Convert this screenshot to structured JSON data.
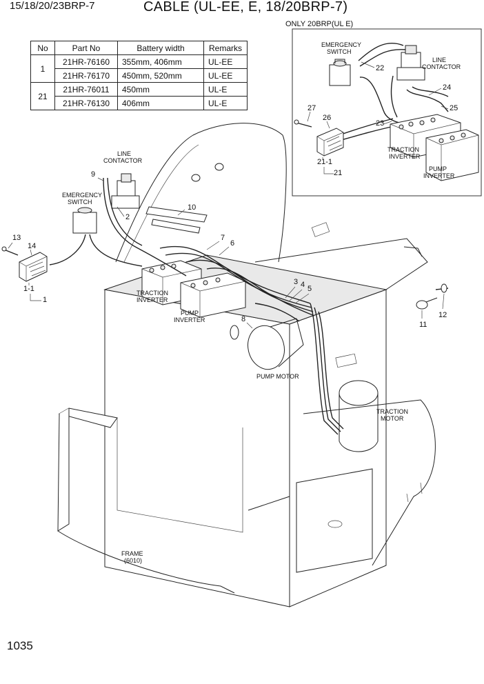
{
  "header": {
    "model": "15/18/20/23BRP-7",
    "title": "CABLE (UL-EE, E, 18/20BRP-7)"
  },
  "page_number": "1035",
  "parts_table": {
    "headers": [
      "No",
      "Part No",
      "Battery width",
      "Remarks"
    ],
    "groups": [
      {
        "no": "1",
        "rows": [
          {
            "part_no": "21HR-76160",
            "battery_width": "355mm, 406mm",
            "remarks": "UL-EE"
          },
          {
            "part_no": "21HR-76170",
            "battery_width": "450mm, 520mm",
            "remarks": "UL-EE"
          }
        ]
      },
      {
        "no": "21",
        "rows": [
          {
            "part_no": "21HR-76011",
            "battery_width": "450mm",
            "remarks": "UL-E"
          },
          {
            "part_no": "21HR-76130",
            "battery_width": "406mm",
            "remarks": "UL-E"
          }
        ]
      }
    ]
  },
  "inset": {
    "title": "ONLY 20BRP(UL E)",
    "labels": {
      "emergency_switch_1": "EMERGENCY",
      "emergency_switch_2": "SWITCH",
      "line_contactor_1": "LINE",
      "line_contactor_2": "CONTACTOR",
      "traction_inverter_1": "TRACTION",
      "traction_inverter_2": "INVERTER",
      "pump_inverter_1": "PUMP",
      "pump_inverter_2": "INVERTER"
    },
    "callouts": [
      "22",
      "24",
      "25",
      "23",
      "27",
      "26",
      "21-1",
      "21"
    ]
  },
  "main": {
    "labels": {
      "line_contactor_1": "LINE",
      "line_contactor_2": "CONTACTOR",
      "emergency_switch_1": "EMERGENCY",
      "emergency_switch_2": "SWITCH",
      "traction_inverter_1": "TRACTION",
      "traction_inverter_2": "INVERTER",
      "pump_inverter_1": "PUMP",
      "pump_inverter_2": "INVERTER",
      "pump_motor": "PUMP MOTOR",
      "traction_motor_1": "TRACTION",
      "traction_motor_2": "MOTOR",
      "frame_1": "FRAME",
      "frame_2": "(6010)"
    },
    "callouts": [
      "9",
      "2",
      "10",
      "13",
      "14",
      "1-1",
      "1",
      "7",
      "6",
      "3",
      "4",
      "5",
      "8",
      "11",
      "12"
    ]
  }
}
